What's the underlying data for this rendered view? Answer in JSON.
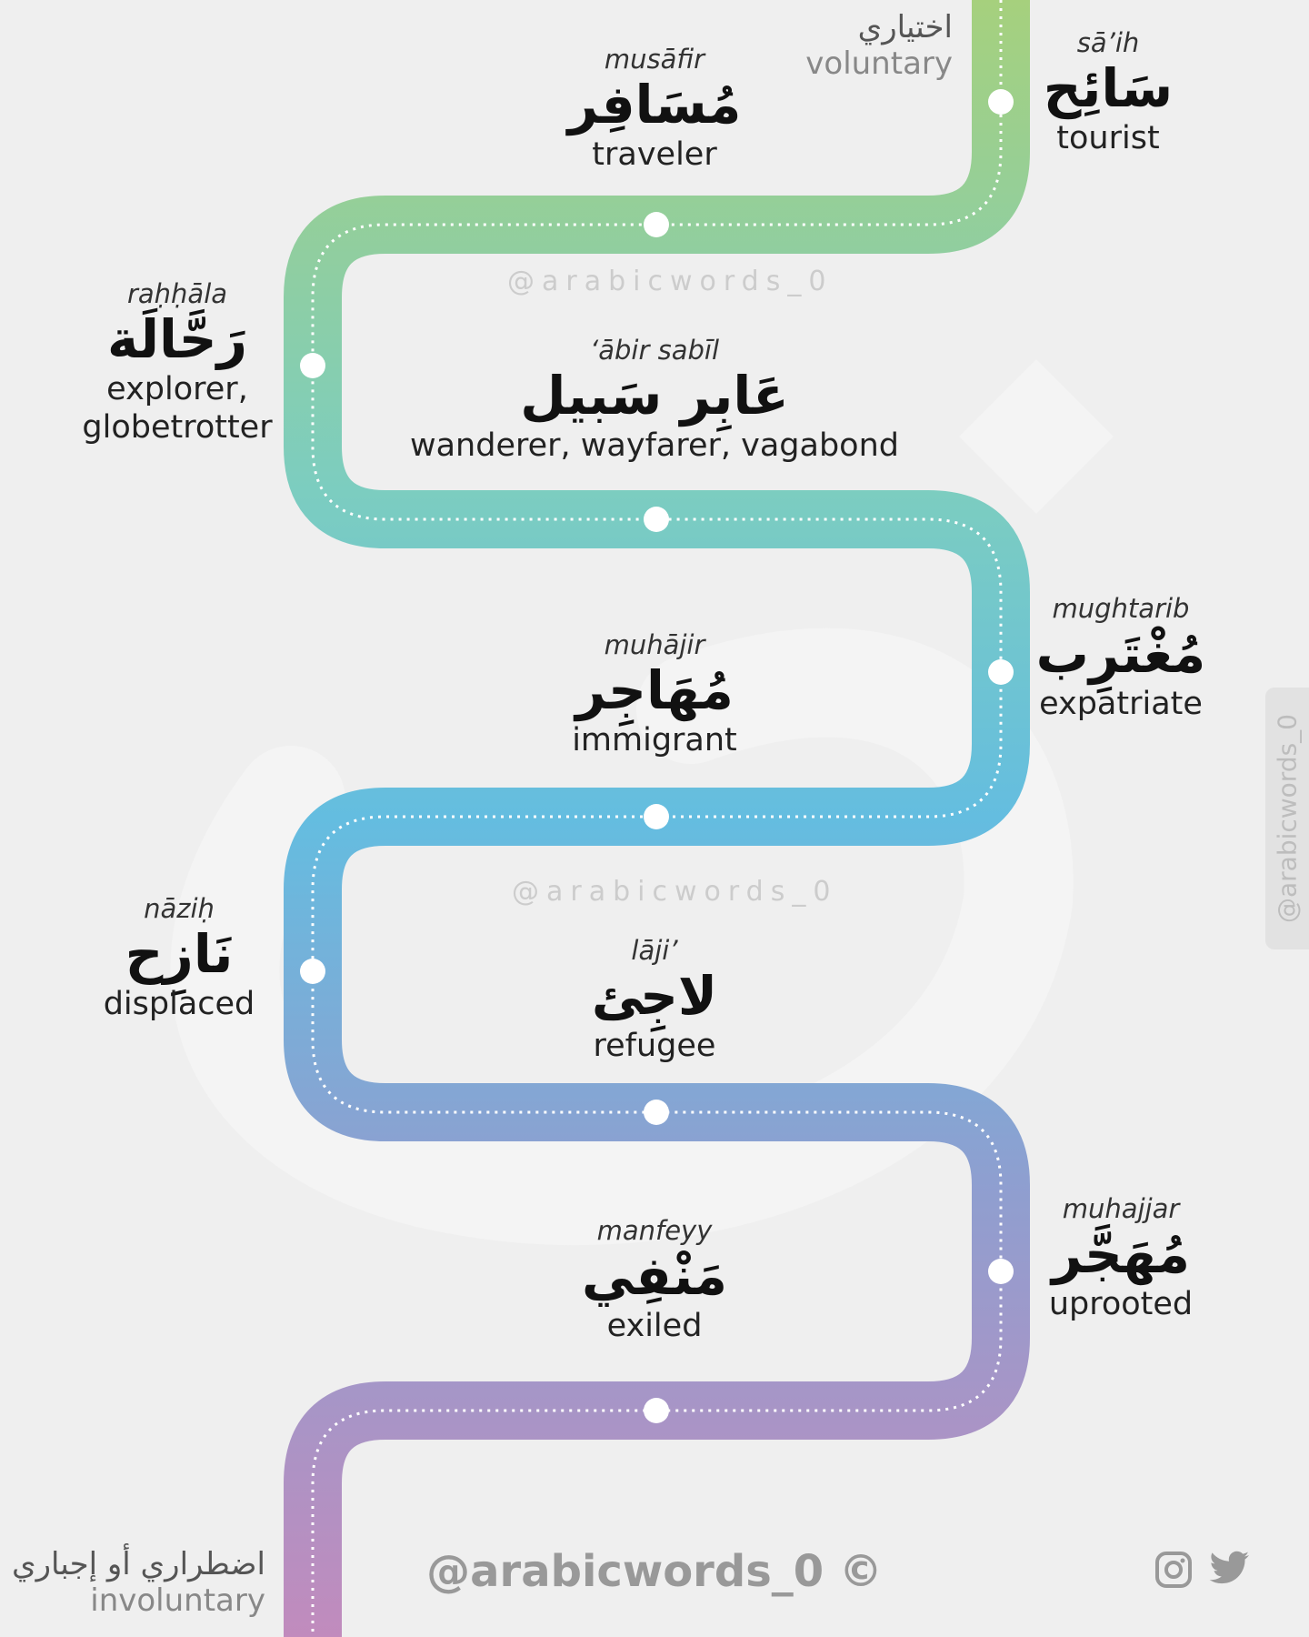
{
  "path": {
    "gradient_colors": [
      "#a6d07d",
      "#7ccdc0",
      "#64bde0",
      "#8e9fd0",
      "#c18bbd"
    ]
  },
  "endpoints": {
    "voluntary": {
      "ar": "اختياري",
      "en": "voluntary"
    },
    "involuntary": {
      "ar": "اضطراري أو إجباري",
      "en": "involuntary"
    }
  },
  "stops": [
    {
      "translit": "sā’ih",
      "arabic": "سَائِح",
      "meaning": "tourist"
    },
    {
      "translit": "musāfir",
      "arabic": "مُسَافِر",
      "meaning": "traveler"
    },
    {
      "translit": "raḥḥāla",
      "arabic": "رَحَّالَة",
      "meaning": "explorer,\nglobetrotter"
    },
    {
      "translit": "‘ābir sabīl",
      "arabic": "عَابِر سَبيل",
      "meaning": "wanderer, wayfarer, vagabond"
    },
    {
      "translit": "mughtarib",
      "arabic": "مُغْتَرِب",
      "meaning": "expatriate"
    },
    {
      "translit": "muhājir",
      "arabic": "مُهَاجِر",
      "meaning": "immigrant"
    },
    {
      "translit": "nāziḥ",
      "arabic": "نَازِح",
      "meaning": "displaced"
    },
    {
      "translit": "lāji’",
      "arabic": "لاجِئ",
      "meaning": "refugee"
    },
    {
      "translit": "muhajjar",
      "arabic": "مُهَجَّر",
      "meaning": "uprooted"
    },
    {
      "translit": "manfeyy",
      "arabic": "مَنْفِي",
      "meaning": "exiled"
    }
  ],
  "watermarks": {
    "center": "@arabicwords_0",
    "side": "@arabicwords_0"
  },
  "footer": {
    "handle": "@arabicwords_0 ©"
  },
  "icons": {
    "instagram": "instagram-icon",
    "twitter": "twitter-icon"
  },
  "colors": {
    "background": "#efefef",
    "text": "#222222",
    "muted": "#888888"
  }
}
